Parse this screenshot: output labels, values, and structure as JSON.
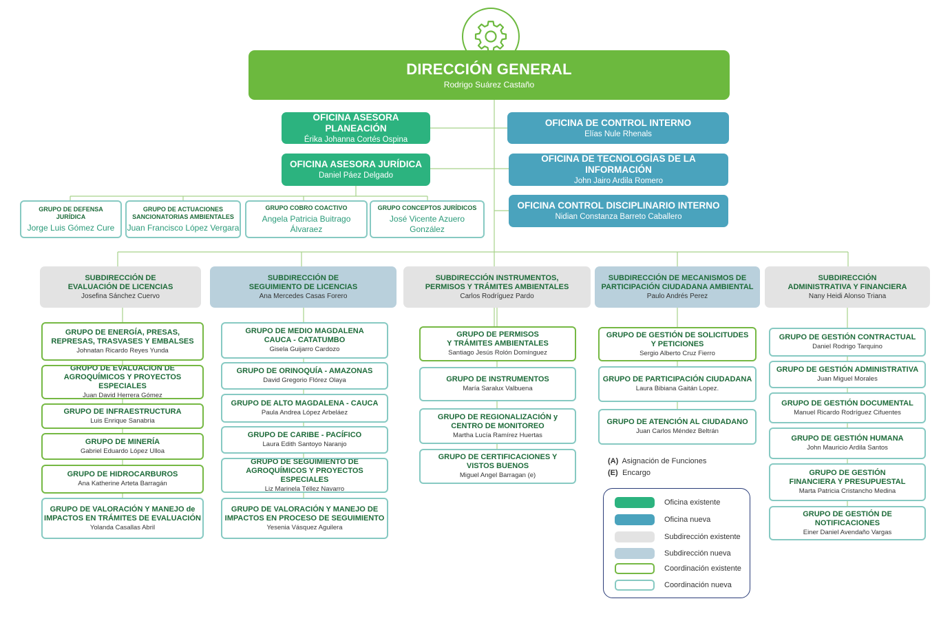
{
  "colors": {
    "oficina_existente": "#2cb37f",
    "oficina_nueva": "#4aa3bd",
    "subdireccion_existente": "#e3e3e3",
    "subdireccion_nueva": "#b9d0dc",
    "coordinacion_existente": "#75b843",
    "coordinacion_nueva": "#86c9c2",
    "direccion": "#6cb93e"
  },
  "icon": "gear-icon",
  "direccion": {
    "title": "DIRECCIÓN GENERAL",
    "name": "Rodrigo Suárez Castaño"
  },
  "oficinas": {
    "planeacion": {
      "title": "OFICINA ASESORA PLANEACIÓN",
      "name": "Érika Johanna Cortés Ospina"
    },
    "juridica": {
      "title": "OFICINA ASESORA  JURÍDICA",
      "name": "Daniel Páez Delgado"
    },
    "control_interno": {
      "title": "OFICINA DE CONTROL INTERNO",
      "name": "Elías Nule Rhenals"
    },
    "tecnologias": {
      "title": "OFICINA DE TECNOLOGÍAS DE LA INFORMACIÓN",
      "name": "John Jairo Ardila Romero"
    },
    "disciplinario": {
      "title": "OFICINA CONTROL DISCIPLINARIO INTERNO",
      "name": "Nidian Constanza Barreto Caballero"
    }
  },
  "grupos_juridica": [
    {
      "title": "GRUPO DE DEFENSA\nJURÍDICA",
      "name": "Jorge Luis Gómez Cure"
    },
    {
      "title": "GRUPO DE ACTUACIONES\nSANCIONATORIAS AMBIENTALES",
      "name": "Juan Francisco López Vergara"
    },
    {
      "title": "GRUPO COBRO COACTIVO",
      "name": "Angela Patricia Buitrago Álvaraez"
    },
    {
      "title": "GRUPO CONCEPTOS JURÍDICOS",
      "name": "José Vicente Azuero González"
    }
  ],
  "subdirecciones": [
    {
      "title": "SUBDIRECCIÓN DE\nEVALUACIÓN DE LICENCIAS",
      "name": "Josefina Sánchez Cuervo",
      "grupos": [
        {
          "title": "GRUPO DE ENERGÍA, PRESAS,\nREPRESAS, TRASVASES Y EMBALSES",
          "name": "Johnatan Ricardo Reyes Yunda"
        },
        {
          "title": "GRUPO DE EVALUACIÓN DE\nAGROQUÍMICOS  Y PROYECTOS ESPECIALES",
          "name": "Juan David Herrera Gómez"
        },
        {
          "title": "GRUPO  DE INFRAESTRUCTURA",
          "name": "Luis Enrique Sanabria"
        },
        {
          "title": "GRUPO  DE MINERÍA",
          "name": "Gabriel Eduardo López Ulloa"
        },
        {
          "title": "GRUPO DE HIDROCARBUROS",
          "name": "Ana Katherine Arteta Barragán"
        },
        {
          "title": "GRUPO DE VALORACIÓN Y MANEJO de\nIMPACTOS EN TRÁMITES DE EVALUACIÓN",
          "name": "Yolanda Casallas Abril"
        }
      ]
    },
    {
      "title": "SUBDIRECCIÓN DE\nSEGUIMIENTO DE LICENCIAS",
      "name": "Ana Mercedes Casas Forero",
      "grupos": [
        {
          "title": "GRUPO DE MEDIO MAGDALENA\nCAUCA - CATATUMBO",
          "name": "Gisela Guijarro Cardozo"
        },
        {
          "title": "GRUPO DE ORINOQUÍA - AMAZONAS",
          "name": "David Gregorio Flórez Olaya"
        },
        {
          "title": "GRUPO DE ALTO MAGDALENA - CAUCA",
          "name": "Paula Andrea López Arbeláez"
        },
        {
          "title": "GRUPO DE CARIBE - PACÍFICO",
          "name": "Laura Edith Santoyo Naranjo"
        },
        {
          "title": "GRUPO DE SEGUIMIENTO DE\nAGROQUÍMICOS Y PROYECTOS ESPECIALES",
          "name": "Liz Marinela  Téllez Navarro"
        },
        {
          "title": "GRUPO DE VALORACIÓN Y MANEJO DE\nIMPACTOS EN PROCESO DE SEGUIMIENTO",
          "name": "Yesenia Vásquez Aguilera"
        }
      ]
    },
    {
      "title": "SUBDIRECCIÓN INSTRUMENTOS,\nPERMISOS Y TRÁMITES AMBIENTALES",
      "name": "Carlos Rodríguez Pardo",
      "grupos": [
        {
          "title": "GRUPO DE PERMISOS\nY TRÁMITES AMBIENTALES",
          "name": "Santiago Jesús Rolón Domínguez"
        },
        {
          "title": "GRUPO DE INSTRUMENTOS",
          "name": "María Saralux Valbuena"
        },
        {
          "title": "GRUPO DE  REGIONALIZACIÓN y\nCENTRO DE MONITOREO",
          "name": "Martha Lucía Ramírez Huertas"
        },
        {
          "title": "GRUPO DE CERTIFICACIONES Y\nVISTOS BUENOS",
          "name": "Miguel Angel Barragan (e)"
        }
      ]
    },
    {
      "title": "SUBDIRECCIÓN DE MECANISMOS DE\nPARTICIPACIÓN CIUDADANA AMBIENTAL",
      "name": "Paulo Andrés Perez",
      "grupos": [
        {
          "title": "GRUPO DE GESTIÓN DE SOLICITUDES\nY PETICIONES",
          "name": "Sergio Alberto Cruz Fierro"
        },
        {
          "title": "GRUPO DE PARTICIPACIÓN CIUDADANA",
          "name": "Laura Bibiana Gaitán Lopez."
        },
        {
          "title": "GRUPO DE ATENCIÓN AL CIUDADANO",
          "name": "Juan Carlos  Méndez Beltrán"
        }
      ]
    },
    {
      "title": "SUBDIRECCIÓN\nADMINISTRATIVA Y FINANCIERA",
      "name": "Nany Heidi Alonso Triana",
      "grupos": [
        {
          "title": "GRUPO DE GESTIÓN CONTRACTUAL",
          "name": "Daniel Rodrigo Tarquino"
        },
        {
          "title": "GRUPO DE GESTIÓN ADMINISTRATIVA",
          "name": "Juan Miguel Morales"
        },
        {
          "title": "GRUPO DE GESTIÓN DOCUMENTAL",
          "name": "Manuel Ricardo Rodríguez Cifuentes"
        },
        {
          "title": "GRUPO DE GESTIÓN HUMANA",
          "name": "John Mauricio Ardila Santos"
        },
        {
          "title": "GRUPO DE GESTIÓN\nFINANCIERA Y PRESUPUESTAL",
          "name": "Marta Patricia Cristancho Medina"
        },
        {
          "title": "GRUPO DE GESTIÓN DE\nNOTIFICACIONES",
          "name": "Einer Daniel Avendaño Vargas"
        }
      ]
    }
  ],
  "notes": [
    {
      "code": "(A)",
      "text": "Asignación de Funciones"
    },
    {
      "code": "(E)",
      "text": "Encargo"
    }
  ],
  "legend": [
    {
      "label": "Oficina existente"
    },
    {
      "label": "Oficina nueva"
    },
    {
      "label": "Subdirección existente"
    },
    {
      "label": "Subdirección  nueva"
    },
    {
      "label": "Coordinación existente"
    },
    {
      "label": "Coordinación nueva"
    }
  ]
}
